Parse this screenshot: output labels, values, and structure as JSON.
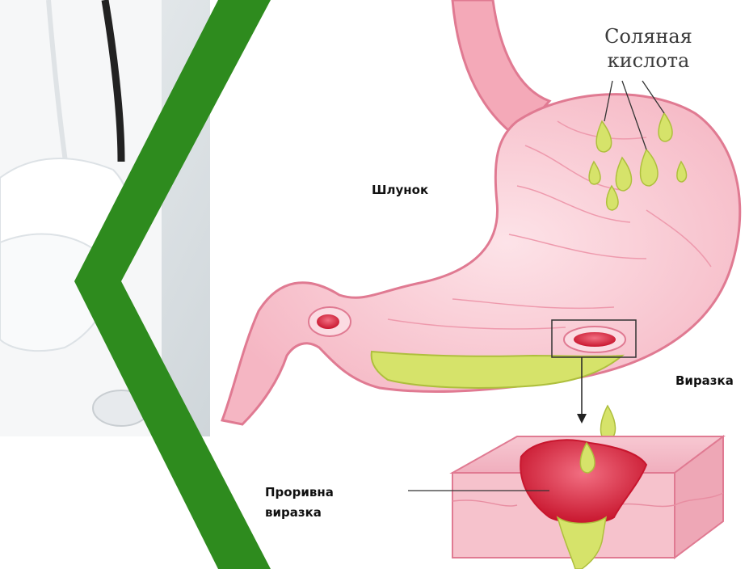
{
  "labels": {
    "stomach": "Шлунок",
    "acid_line1": "Соляная",
    "acid_line2": "кислота",
    "ulcer": "Виразка",
    "perforated_line1": "Проривна",
    "perforated_line2": "виразка"
  },
  "colors": {
    "frame_green": "#2e8b1e",
    "stomach_pink": "#f4a9b8",
    "stomach_dark": "#e07a92",
    "ulcer_red": "#d8283d",
    "acid_yellow": "#d6e36a"
  }
}
